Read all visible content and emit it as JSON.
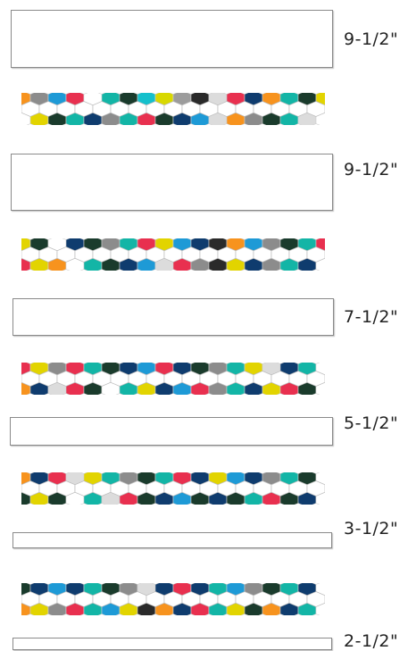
{
  "rows": [
    {
      "label": "9-1/2\"",
      "top": [
        "#f7931e",
        "#8c8c8c",
        "#1e9ad6",
        "#e8304f",
        "#ffffff",
        "#13b5a6",
        "#1a3b2c",
        "#15c0cc",
        "#d8d800",
        "#9c9c9c",
        "#2a2a2a",
        "#dcdcdc",
        "#e8304f",
        "#0f3c6e",
        "#f7931e",
        "#13b5a6",
        "#1a3b2c",
        "#e2d400"
      ],
      "bottom": [
        "#ffffff",
        "#e2d400",
        "#1a3b2c",
        "#13b5a6",
        "#0f3c6e",
        "#8c8c8c",
        "#13b5a6",
        "#e8304f",
        "#1a3b2c",
        "#0f3c6e",
        "#1e9ad6",
        "#dcdcdc",
        "#f7931e",
        "#8c8c8c",
        "#1a3b2c",
        "#13b5a6",
        "#dcdcdc",
        "#ffffff"
      ]
    },
    {
      "label": "9-1/2\"",
      "top": [
        "#e2d400",
        "#1a3b2c",
        "#ffffff",
        "#0f3c6e",
        "#1a3b2c",
        "#8c8c8c",
        "#13b5a6",
        "#e8304f",
        "#e2d400",
        "#1e9ad6",
        "#0f3c6e",
        "#2a2a2a",
        "#f7931e",
        "#1e9ad6",
        "#8c8c8c",
        "#1a3b2c",
        "#13b5a6",
        "#e8304f"
      ],
      "bottom": [
        "#e8304f",
        "#e2d400",
        "#f7931e",
        "#ffffff",
        "#13b5a6",
        "#1a3b2c",
        "#0f3c6e",
        "#1e9ad6",
        "#dcdcdc",
        "#e8304f",
        "#8c8c8c",
        "#2a2a2a",
        "#e2d400",
        "#0f3c6e",
        "#8c8c8c",
        "#13b5a6",
        "#0f3c6e",
        "#ffffff"
      ]
    },
    {
      "label": "7-1/2\"",
      "top": [
        "#e8304f",
        "#e2d400",
        "#8c8c8c",
        "#e8304f",
        "#13b5a6",
        "#1a3b2c",
        "#0f3c6e",
        "#1e9ad6",
        "#e8304f",
        "#0f3c6e",
        "#1a3b2c",
        "#8c8c8c",
        "#13b5a6",
        "#e2d400",
        "#dcdcdc",
        "#0f3c6e",
        "#13b5a6",
        "#ffffff"
      ],
      "bottom": [
        "#f7931e",
        "#0f3c6e",
        "#dcdcdc",
        "#e8304f",
        "#1a3b2c",
        "#ffffff",
        "#13b5a6",
        "#e2d400",
        "#0f3c6e",
        "#1e9ad6",
        "#e8304f",
        "#8c8c8c",
        "#13b5a6",
        "#0f3c6e",
        "#e2d400",
        "#e8304f",
        "#1a3b2c",
        "#ffffff"
      ]
    },
    {
      "label": "5-1/2\"",
      "top": [
        "#f7931e",
        "#0f3c6e",
        "#e8304f",
        "#dcdcdc",
        "#e2d400",
        "#13b5a6",
        "#8c8c8c",
        "#1a3b2c",
        "#13b5a6",
        "#e8304f",
        "#0f3c6e",
        "#e2d400",
        "#1e9ad6",
        "#0f3c6e",
        "#8c8c8c",
        "#13b5a6",
        "#1a3b2c",
        "#ffffff"
      ],
      "bottom": [
        "#1a3b2c",
        "#e2d400",
        "#1a3b2c",
        "#ffffff",
        "#13b5a6",
        "#dcdcdc",
        "#e8304f",
        "#1a3b2c",
        "#0f3c6e",
        "#1e9ad6",
        "#1a3b2c",
        "#0f3c6e",
        "#1a3b2c",
        "#13b5a6",
        "#e8304f",
        "#1a3b2c",
        "#0f3c6e",
        "#ffffff"
      ]
    },
    {
      "label": "3-1/2\"",
      "top": [
        "#1a3b2c",
        "#0f3c6e",
        "#1e9ad6",
        "#0f3c6e",
        "#13b5a6",
        "#1a3b2c",
        "#8c8c8c",
        "#dcdcdc",
        "#0f3c6e",
        "#e8304f",
        "#0f3c6e",
        "#13b5a6",
        "#1e9ad6",
        "#8c8c8c",
        "#1a3b2c",
        "#13b5a6",
        "#0f3c6e",
        "#ffffff"
      ],
      "bottom": [
        "#f7931e",
        "#e2d400",
        "#8c8c8c",
        "#e8304f",
        "#13b5a6",
        "#1e9ad6",
        "#e2d400",
        "#2a2a2a",
        "#f7931e",
        "#0f3c6e",
        "#e8304f",
        "#13b5a6",
        "#e2d400",
        "#1a3b2c",
        "#f7931e",
        "#0f3c6e",
        "#13b5a6",
        "#ffffff"
      ]
    },
    {
      "label": "2-1/2\""
    }
  ]
}
